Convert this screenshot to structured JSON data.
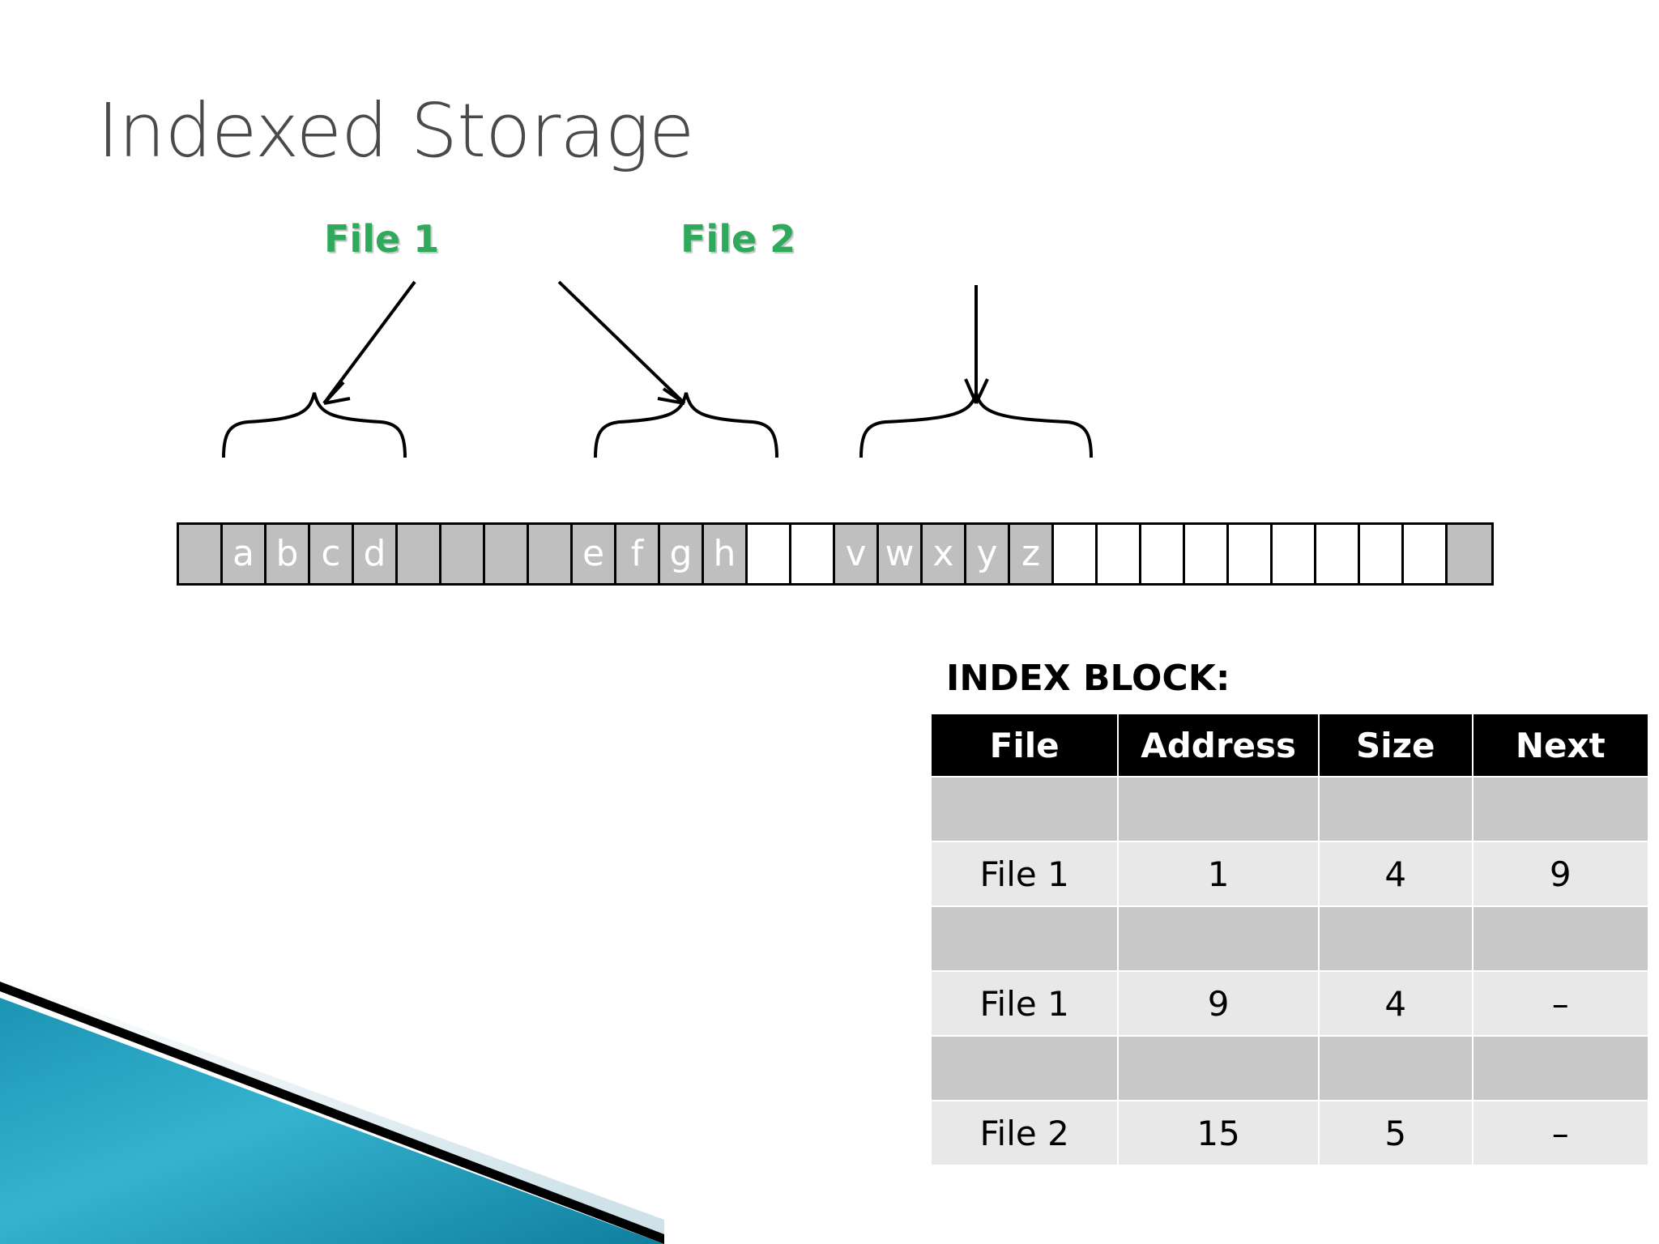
{
  "slide": {
    "title": "Indexed Storage",
    "background": "#ffffff",
    "accent_green": "#2faa5d",
    "accent_blue": "#2aa7c4"
  },
  "annotations": {
    "file1_label": "File 1",
    "file2_label": "File 2"
  },
  "disk": {
    "cell_count": 30,
    "cells": [
      {
        "letter": "",
        "shaded": true
      },
      {
        "letter": "a",
        "shaded": true
      },
      {
        "letter": "b",
        "shaded": true
      },
      {
        "letter": "c",
        "shaded": true
      },
      {
        "letter": "d",
        "shaded": true
      },
      {
        "letter": "",
        "shaded": true
      },
      {
        "letter": "",
        "shaded": true
      },
      {
        "letter": "",
        "shaded": true
      },
      {
        "letter": "",
        "shaded": true
      },
      {
        "letter": "e",
        "shaded": true
      },
      {
        "letter": "f",
        "shaded": true
      },
      {
        "letter": "g",
        "shaded": true
      },
      {
        "letter": "h",
        "shaded": true
      },
      {
        "letter": "",
        "shaded": false
      },
      {
        "letter": "",
        "shaded": false
      },
      {
        "letter": "v",
        "shaded": true
      },
      {
        "letter": "w",
        "shaded": true
      },
      {
        "letter": "x",
        "shaded": true
      },
      {
        "letter": "y",
        "shaded": true
      },
      {
        "letter": "z",
        "shaded": true
      },
      {
        "letter": "",
        "shaded": false
      },
      {
        "letter": "",
        "shaded": false
      },
      {
        "letter": "",
        "shaded": false
      },
      {
        "letter": "",
        "shaded": false
      },
      {
        "letter": "",
        "shaded": false
      },
      {
        "letter": "",
        "shaded": false
      },
      {
        "letter": "",
        "shaded": false
      },
      {
        "letter": "",
        "shaded": false
      },
      {
        "letter": "",
        "shaded": false
      },
      {
        "letter": "",
        "shaded": true
      }
    ]
  },
  "index_block": {
    "title": "INDEX BLOCK:",
    "headers": [
      "File",
      "Address",
      "Size",
      "Next"
    ],
    "rows": [
      {
        "type": "spacer",
        "cells": [
          "",
          "",
          "",
          ""
        ]
      },
      {
        "type": "data",
        "cells": [
          "File 1",
          "1",
          "4",
          "9"
        ]
      },
      {
        "type": "spacer",
        "cells": [
          "",
          "",
          "",
          ""
        ]
      },
      {
        "type": "data",
        "cells": [
          "File 1",
          "9",
          "4",
          "–"
        ]
      },
      {
        "type": "spacer",
        "cells": [
          "",
          "",
          "",
          ""
        ]
      },
      {
        "type": "data",
        "cells": [
          "File 2",
          "15",
          "5",
          "–"
        ]
      }
    ]
  }
}
